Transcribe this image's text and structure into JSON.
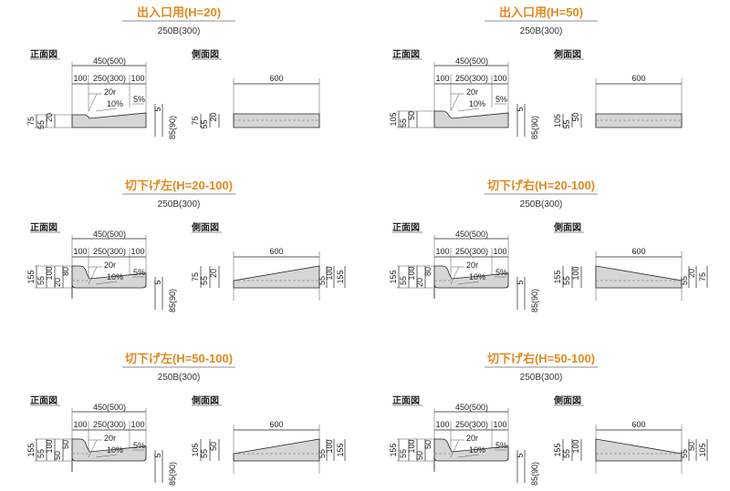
{
  "panels": [
    {
      "title": "出入口用(H=20)",
      "subtitle": "250B(300)",
      "front_label": "正面図",
      "side_label": "側面図",
      "top_dims": {
        "overall": "450(500)",
        "left": "100",
        "mid": "250(300)",
        "right": "100"
      },
      "radius": "20r",
      "slope_a": "10%",
      "slope_b": "5%",
      "front_left_dims": [
        "75",
        "55",
        "20"
      ],
      "front_right_dims": [
        "5",
        "85(90)"
      ],
      "side_len": "600",
      "side_left_dims": [
        "75",
        "55",
        "20"
      ],
      "side_right_dims": []
    },
    {
      "title": "出入口用(H=50)",
      "subtitle": "250B(300)",
      "front_label": "正面図",
      "side_label": "側面図",
      "top_dims": {
        "overall": "450(500)",
        "left": "100",
        "mid": "250(300)",
        "right": "100"
      },
      "radius": "20r",
      "slope_a": "10%",
      "slope_b": "5%",
      "front_left_dims": [
        "105",
        "55",
        "50"
      ],
      "front_right_dims": [
        "5",
        "85(90)"
      ],
      "side_len": "600",
      "side_left_dims": [
        "105",
        "55",
        "50"
      ],
      "side_right_dims": []
    },
    {
      "title": "切下げ左(H=20-100)",
      "subtitle": "250B(300)",
      "front_label": "正面図",
      "side_label": "側面図",
      "top_dims": {
        "overall": "450(500)",
        "left": "100",
        "mid": "250(300)",
        "right": "100"
      },
      "radius": "20r",
      "slope_a": "10%",
      "slope_b": "5%",
      "front_left_dims": [
        "155",
        "55",
        "100",
        "20",
        "80"
      ],
      "front_right_dims": [
        "5",
        "85(90)"
      ],
      "side_len": "600",
      "side_left_dims": [
        "75",
        "55",
        "20"
      ],
      "side_right_dims": [
        "55",
        "100",
        "155"
      ]
    },
    {
      "title": "切下げ右(H=20-100)",
      "subtitle": "250B(300)",
      "front_label": "正面図",
      "side_label": "側面図",
      "top_dims": {
        "overall": "450(500)",
        "left": "100",
        "mid": "250(300)",
        "right": "100"
      },
      "radius": "20r",
      "slope_a": "10%",
      "slope_b": "5%",
      "front_left_dims": [
        "155",
        "55",
        "100",
        "20",
        "80"
      ],
      "front_right_dims": [
        "5",
        "85(90)"
      ],
      "side_len": "600",
      "side_left_dims": [
        "155",
        "55",
        "100"
      ],
      "side_right_dims": [
        "55",
        "20",
        "75"
      ]
    },
    {
      "title": "切下げ左(H=50-100)",
      "subtitle": "250B(300)",
      "front_label": "正面図",
      "side_label": "側面図",
      "top_dims": {
        "overall": "450(500)",
        "left": "100",
        "mid": "250(300)",
        "right": "100"
      },
      "radius": "20r",
      "slope_a": "10%",
      "slope_b": "5%",
      "front_left_dims": [
        "155",
        "55",
        "100",
        "50",
        "50"
      ],
      "front_right_dims": [
        "5",
        "85(90)"
      ],
      "side_len": "600",
      "side_left_dims": [
        "105",
        "55",
        "50"
      ],
      "side_right_dims": [
        "55",
        "100",
        "155"
      ]
    },
    {
      "title": "切下げ右(H=50-100)",
      "subtitle": "250B(300)",
      "front_label": "正面図",
      "side_label": "側面図",
      "top_dims": {
        "overall": "450(500)",
        "left": "100",
        "mid": "250(300)",
        "right": "100"
      },
      "radius": "20r",
      "slope_a": "10%",
      "slope_b": "5%",
      "front_left_dims": [
        "155",
        "55",
        "100",
        "50",
        "50"
      ],
      "front_right_dims": [
        "5",
        "85(90)"
      ],
      "side_len": "600",
      "side_left_dims": [
        "155",
        "55",
        "100"
      ],
      "side_right_dims": [
        "55",
        "50",
        "105"
      ]
    }
  ]
}
